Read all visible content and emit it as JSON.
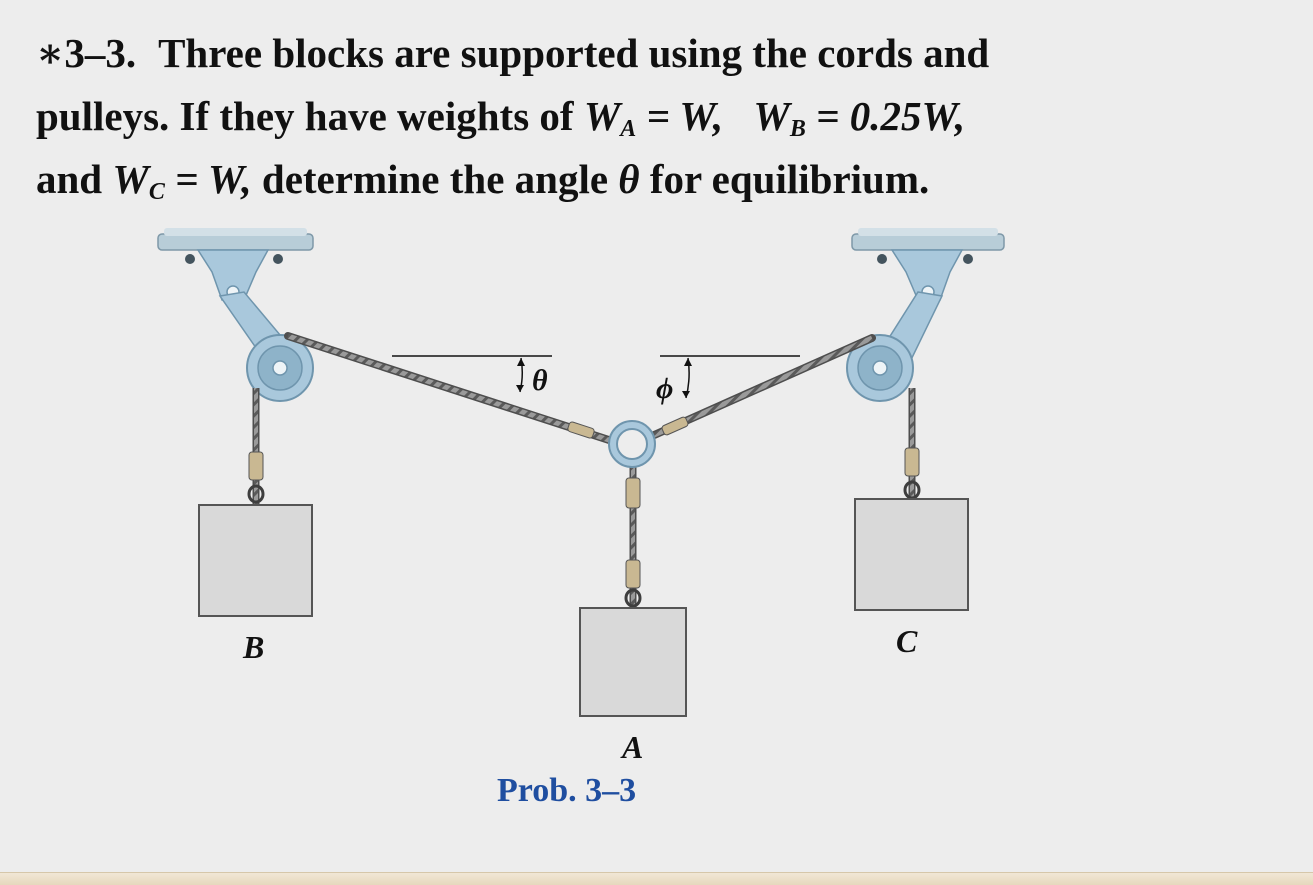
{
  "problem": {
    "number": "∗3–3.",
    "line1_text": "Three blocks are supported using the cords and",
    "line2_text": "pulleys. If they have weights of",
    "line3_and": "and",
    "line3_rest": "determine the angle",
    "line3_end": "for equilibrium.",
    "theta": "θ",
    "weights": {
      "a": {
        "symbol": "W",
        "sub": "A",
        "eq": "= W,"
      },
      "b": {
        "symbol": "W",
        "sub": "B",
        "eq": "= 0.25W,"
      },
      "c": {
        "symbol": "W",
        "sub": "C",
        "eq": "= W,"
      }
    }
  },
  "diagram": {
    "angle_theta": "θ",
    "angle_phi": "ϕ",
    "block_a": "A",
    "block_b": "B",
    "block_c": "C",
    "colors": {
      "pulley": "#a9c8dc",
      "pulley_dark": "#6f95ad",
      "block": "#d9d9d9",
      "block_border": "#555555",
      "cord": "#8c8c8c"
    }
  },
  "caption": "Prob. 3–3"
}
